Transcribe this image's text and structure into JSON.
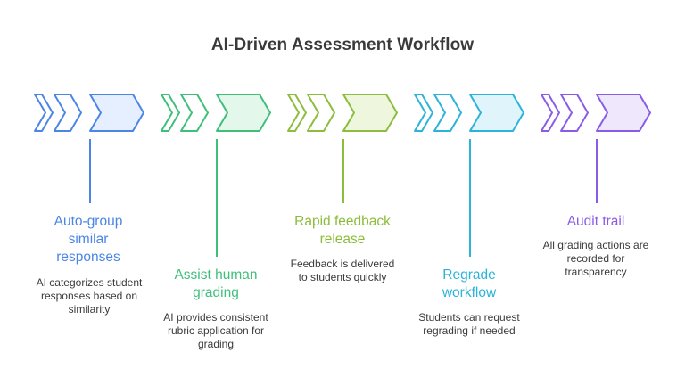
{
  "title": "AI-Driven Assessment Workflow",
  "steps": [
    {
      "title": "Auto-group similar responses",
      "description": "AI categorizes student responses based on similarity",
      "color": "#4b86e6",
      "fill": "#e6efff"
    },
    {
      "title": "Assist human grading",
      "description": "AI provides consistent rubric application for grading",
      "color": "#3fbf7a",
      "fill": "#e3f7eb"
    },
    {
      "title": "Rapid feedback release",
      "description": "Feedback is delivered to students quickly",
      "color": "#8cbd3c",
      "fill": "#eef7de"
    },
    {
      "title": "Regrade workflow",
      "description": "Students can request regrading if needed",
      "color": "#2bb3d9",
      "fill": "#e0f5fb"
    },
    {
      "title": "Audit trail",
      "description": "All grading actions are recorded for transparency",
      "color": "#8a5ce6",
      "fill": "#efe8fd"
    }
  ]
}
